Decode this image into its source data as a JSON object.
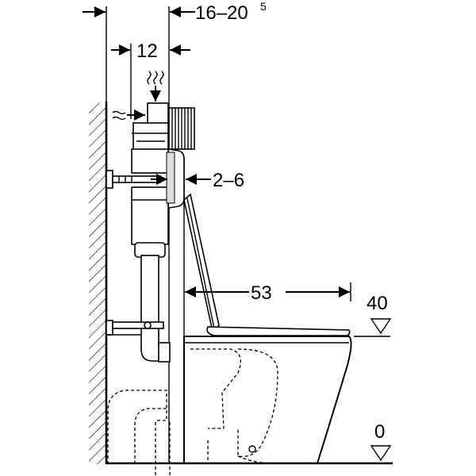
{
  "diagram": {
    "dimensions": {
      "wall_offset": {
        "label": "16–20",
        "superscript": "5"
      },
      "frame_depth": {
        "label": "12"
      },
      "panel_thickness": {
        "label": "2–6"
      },
      "bowl_projection": {
        "label": "53"
      }
    },
    "levels": {
      "seat_height": {
        "label": "40"
      },
      "floor": {
        "label": "0"
      }
    }
  }
}
